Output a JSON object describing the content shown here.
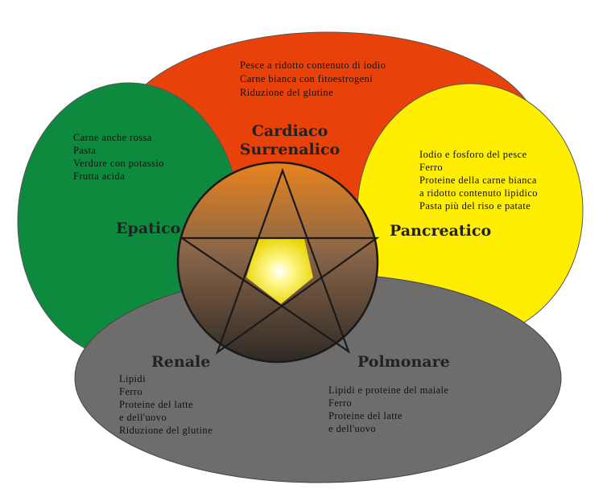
{
  "sections": {
    "cardiaco": {
      "title_lines": [
        "Cardiaco",
        "Surrenalico"
      ],
      "items": [
        "Pesce a ridotto contenuto di iodio",
        "Carne bianca con fitoestrogeni",
        "Riduzione del glutine"
      ],
      "color": "#e8420a"
    },
    "epatico": {
      "title": "Epatico",
      "items": [
        "Carne anche rossa",
        "Pasta",
        "Verdure con potassio",
        "Frutta acida"
      ],
      "color": "#0e8a3e"
    },
    "pancreatico": {
      "title": "Pancreatico",
      "items": [
        "Iodio e fosforo del pesce",
        "Ferro",
        "Proteine della carne bianca",
        "a ridotto contenuto lipidico",
        "Pasta più del riso e patate"
      ],
      "color": "#ffee00"
    },
    "renale": {
      "title": "Renale",
      "items": [
        "Lipidi",
        "Ferro",
        "Proteine del latte",
        "e dell'uovo",
        "Riduzione del glutine"
      ],
      "color": "#6e6d6b"
    },
    "polmonare": {
      "title": "Polmonare",
      "items": [
        "Lipidi e proteine del maiale",
        "Ferro",
        "Proteine del latte",
        "e dell'uovo"
      ],
      "color": "#6e6d6b"
    }
  }
}
